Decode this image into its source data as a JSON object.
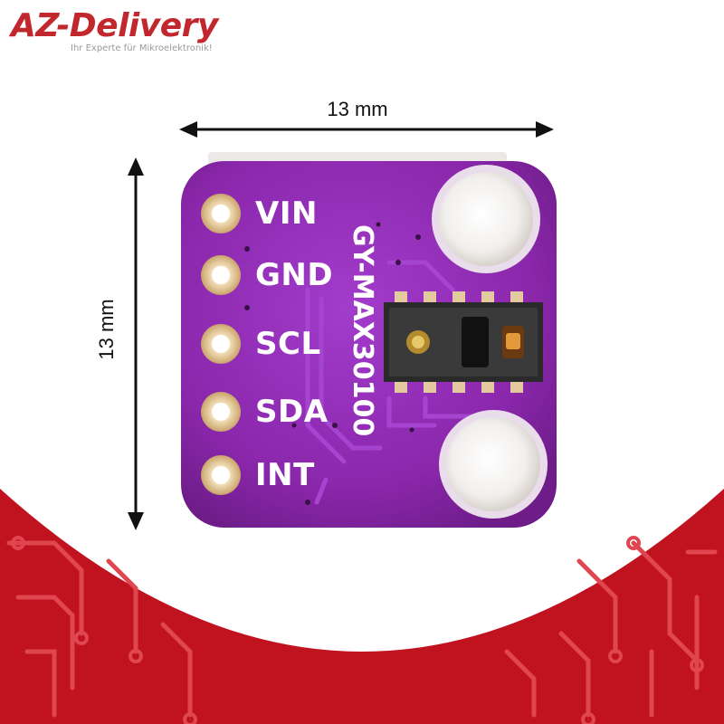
{
  "logo": {
    "name": "AZ-Delivery",
    "tagline": "Ihr Experte für Mikroelektronik!"
  },
  "dimensions": {
    "width_label": "13 mm",
    "height_label": "13 mm"
  },
  "board": {
    "model_label": "GY-MAX30100",
    "pins": [
      "VIN",
      "GND",
      "SCL",
      "SDA",
      "INT"
    ]
  },
  "colors": {
    "brand_red": "#c1272d",
    "pcb_purple": "#8e2bb0",
    "pad_gold": "#e6c38a",
    "background": "#ffffff"
  }
}
